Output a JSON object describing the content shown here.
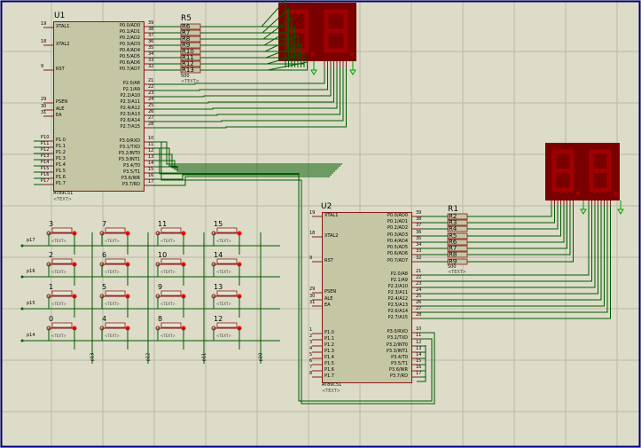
{
  "theme": {
    "background": "#dcdcc8",
    "grid": "#b9b9a6",
    "border": "#00007f",
    "wire": "#005a00",
    "ic_fill": "#c4c6a4",
    "ic_border": "#8a1a1a",
    "pin_color": "#8a1a1a",
    "led_body": "#7a0000",
    "led_segment": "#a00000",
    "button_dot": "#ff0000",
    "ground": "#00a000"
  },
  "u1": {
    "ref": "U1",
    "part": "AT89C51",
    "text_tag": "<TEXT>",
    "left_pins": [
      {
        "num": "19",
        "name": "XTAL1"
      },
      {
        "num": "18",
        "name": "XTAL2"
      },
      {
        "num": "9",
        "name": "RST"
      },
      {
        "num": "29",
        "name": "PSEN"
      },
      {
        "num": "30",
        "name": "ALE"
      },
      {
        "num": "31",
        "name": "EA"
      },
      {
        "num": "P10",
        "name": "P1.0"
      },
      {
        "num": "P11",
        "name": "P1.1"
      },
      {
        "num": "P12",
        "name": "P1.2"
      },
      {
        "num": "P13",
        "name": "P1.3"
      },
      {
        "num": "P14",
        "name": "P1.4"
      },
      {
        "num": "P15",
        "name": "P1.5"
      },
      {
        "num": "P16",
        "name": "P1.6"
      },
      {
        "num": "P17",
        "name": "P1.7"
      }
    ],
    "right_pins": [
      {
        "num": "39",
        "name": "P0.0/AD0"
      },
      {
        "num": "38",
        "name": "P0.1/AD1"
      },
      {
        "num": "37",
        "name": "P0.2/AD2"
      },
      {
        "num": "36",
        "name": "P0.3/AD3"
      },
      {
        "num": "35",
        "name": "P0.4/AD4"
      },
      {
        "num": "34",
        "name": "P0.5/AD5"
      },
      {
        "num": "33",
        "name": "P0.6/AD6"
      },
      {
        "num": "32",
        "name": "P0.7/AD7"
      },
      {
        "num": "21",
        "name": "P2.0/A8"
      },
      {
        "num": "22",
        "name": "P2.1/A9"
      },
      {
        "num": "23",
        "name": "P2.2/A10"
      },
      {
        "num": "24",
        "name": "P2.3/A11"
      },
      {
        "num": "25",
        "name": "P2.4/A12"
      },
      {
        "num": "26",
        "name": "P2.5/A13"
      },
      {
        "num": "27",
        "name": "P2.6/A14"
      },
      {
        "num": "28",
        "name": "P2.7/A15"
      },
      {
        "num": "10",
        "name": "P3.0/RXD"
      },
      {
        "num": "11",
        "name": "P3.1/TXD"
      },
      {
        "num": "12",
        "name": "P3.2/INT0"
      },
      {
        "num": "13",
        "name": "P3.3/INT1"
      },
      {
        "num": "14",
        "name": "P3.4/T0"
      },
      {
        "num": "15",
        "name": "P3.5/T1"
      },
      {
        "num": "16",
        "name": "P3.6/WR"
      },
      {
        "num": "17",
        "name": "P3.7/RD"
      }
    ]
  },
  "u2": {
    "ref": "U2",
    "part": "AT89C51",
    "text_tag": "<TEXT>",
    "left_pins": [
      {
        "num": "19",
        "name": "XTAL1"
      },
      {
        "num": "18",
        "name": "XTAL2"
      },
      {
        "num": "9",
        "name": "RST"
      },
      {
        "num": "29",
        "name": "PSEN"
      },
      {
        "num": "30",
        "name": "ALE"
      },
      {
        "num": "31",
        "name": "EA"
      },
      {
        "num": "1",
        "name": "P1.0"
      },
      {
        "num": "2",
        "name": "P1.1"
      },
      {
        "num": "3",
        "name": "P1.2"
      },
      {
        "num": "4",
        "name": "P1.3"
      },
      {
        "num": "5",
        "name": "P1.4"
      },
      {
        "num": "6",
        "name": "P1.5"
      },
      {
        "num": "7",
        "name": "P1.6"
      },
      {
        "num": "8",
        "name": "P1.7"
      }
    ],
    "right_pins": [
      {
        "num": "39",
        "name": "P0.0/AD0"
      },
      {
        "num": "38",
        "name": "P0.1/AD1"
      },
      {
        "num": "37",
        "name": "P0.2/AD2"
      },
      {
        "num": "36",
        "name": "P0.3/AD3"
      },
      {
        "num": "35",
        "name": "P0.4/AD4"
      },
      {
        "num": "34",
        "name": "P0.5/AD5"
      },
      {
        "num": "33",
        "name": "P0.6/AD6"
      },
      {
        "num": "32",
        "name": "P0.7/AD7"
      },
      {
        "num": "21",
        "name": "P2.0/A8"
      },
      {
        "num": "22",
        "name": "P2.1/A9"
      },
      {
        "num": "23",
        "name": "P2.2/A10"
      },
      {
        "num": "24",
        "name": "P2.3/A11"
      },
      {
        "num": "25",
        "name": "P2.4/A12"
      },
      {
        "num": "26",
        "name": "P2.5/A13"
      },
      {
        "num": "27",
        "name": "P2.6/A14"
      },
      {
        "num": "28",
        "name": "P2.7/A15"
      },
      {
        "num": "10",
        "name": "P3.0/RXD"
      },
      {
        "num": "11",
        "name": "P3.1/TXD"
      },
      {
        "num": "12",
        "name": "P3.2/INT0"
      },
      {
        "num": "13",
        "name": "P3.3/INT1"
      },
      {
        "num": "14",
        "name": "P3.4/T0"
      },
      {
        "num": "15",
        "name": "P3.5/T1"
      },
      {
        "num": "16",
        "name": "P3.6/WR"
      },
      {
        "num": "17",
        "name": "P3.7/RD"
      }
    ]
  },
  "r5": {
    "ref": "R5",
    "pins": [
      "R6",
      "R7",
      "R8",
      "R9",
      "R10",
      "R11",
      "R12",
      "R13"
    ],
    "value": "500",
    "text_tag": "<TEXT>"
  },
  "r1": {
    "ref": "R1",
    "pins": [
      "R2",
      "R3",
      "R4",
      "R5",
      "R6",
      "R7",
      "R8",
      "R9"
    ],
    "value": "500",
    "text_tag": "<TEXT>"
  },
  "keypad": {
    "button_text": "<TEXT>",
    "rows": [
      {
        "net": "p17",
        "keys": [
          "3",
          "7",
          "11",
          "15"
        ]
      },
      {
        "net": "p16",
        "keys": [
          "2",
          "6",
          "10",
          "14"
        ]
      },
      {
        "net": "p15",
        "keys": [
          "1",
          "5",
          "9",
          "13"
        ]
      },
      {
        "net": "p14",
        "keys": [
          "0",
          "4",
          "8",
          "12"
        ]
      }
    ],
    "column_nets": [
      "p13",
      "p12",
      "p11",
      "p10"
    ]
  }
}
